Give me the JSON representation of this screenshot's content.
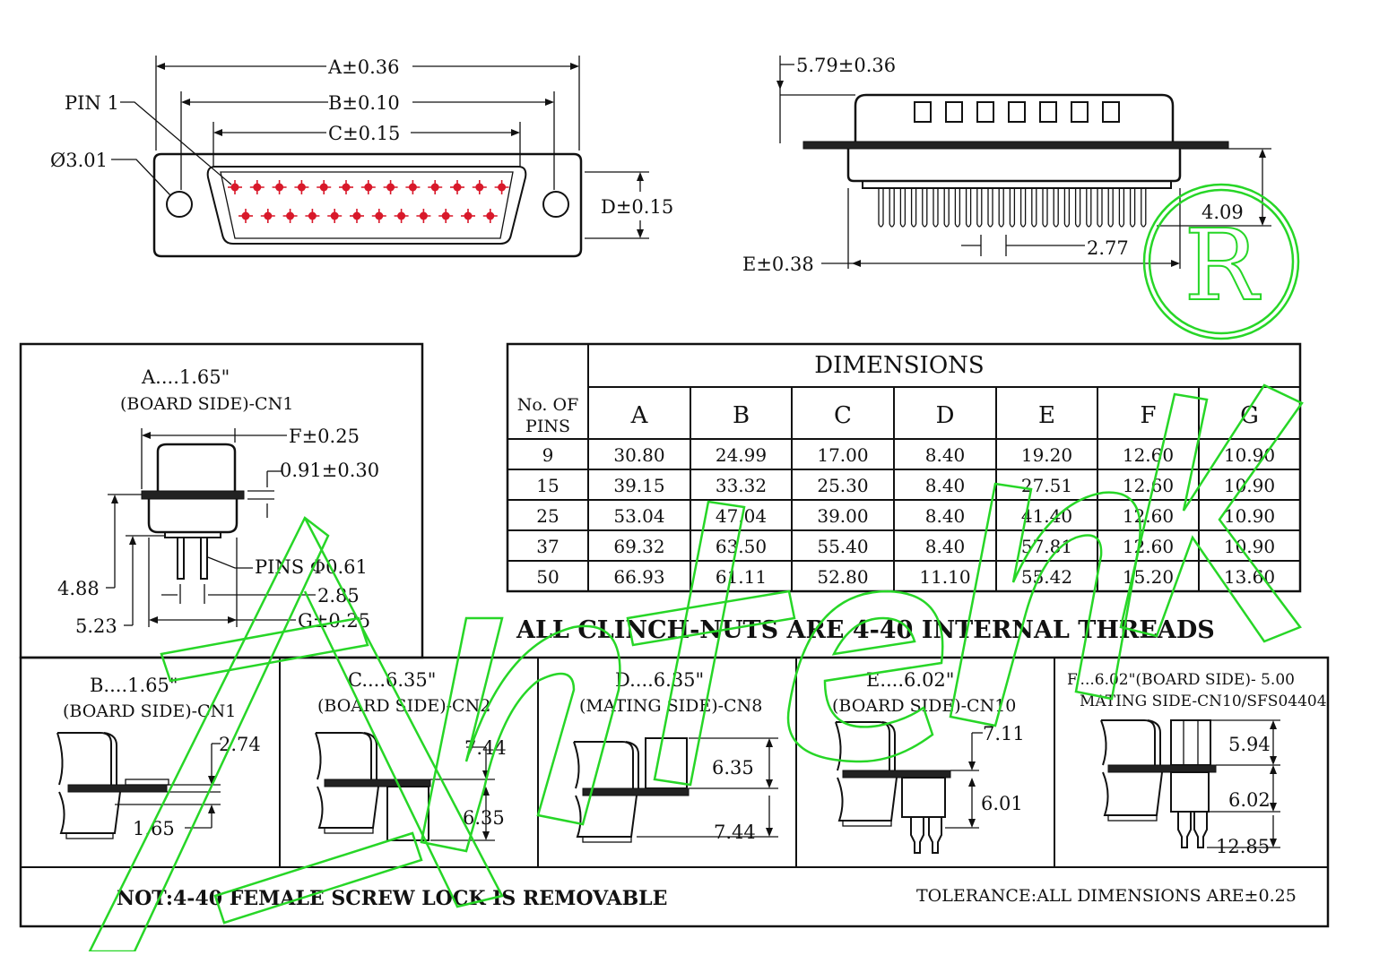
{
  "front_view": {
    "dim_a": "A±0.36",
    "dim_b": "B±0.10",
    "dim_c": "C±0.15",
    "dim_d": "D±0.15",
    "pin1": "PIN 1",
    "hole_dia": "Ø3.01"
  },
  "side_view": {
    "dim_top": "5.79±0.36",
    "dim_e": "E±0.38",
    "pitch": "2.77",
    "height": "4.09"
  },
  "detail_a": {
    "title": "A....1.65\"",
    "subtitle": "(BOARD SIDE)-CN1",
    "dim_f": "F±0.25",
    "flange": "0.91±0.30",
    "pins": "PINS Φ0.61",
    "h1": "4.88",
    "p1": "2.85",
    "h2": "5.23",
    "dim_g": "G±0.25"
  },
  "table": {
    "title": "DIMENSIONS",
    "pins_header_1": "No. OF",
    "pins_header_2": "PINS",
    "columns": [
      "A",
      "B",
      "C",
      "D",
      "E",
      "F",
      "G"
    ],
    "rows": [
      [
        "9",
        "30.80",
        "24.99",
        "17.00",
        "8.40",
        "19.20",
        "12.60",
        "10.90"
      ],
      [
        "15",
        "39.15",
        "33.32",
        "25.30",
        "8.40",
        "27.51",
        "12.60",
        "10.90"
      ],
      [
        "25",
        "53.04",
        "47.04",
        "39.00",
        "8.40",
        "41.40",
        "12.60",
        "10.90"
      ],
      [
        "37",
        "69.32",
        "63.50",
        "55.40",
        "8.40",
        "57.81",
        "12.60",
        "10.90"
      ],
      [
        "50",
        "66.93",
        "61.11",
        "52.80",
        "11.10",
        "55.42",
        "15.20",
        "13.60"
      ]
    ]
  },
  "clinch_note": "ALL CLINCH-NUTS ARE 4-40 INTERNAL THREADS",
  "details": [
    {
      "title": "B....1.65\"",
      "subtitle": "(BOARD SIDE)-CN1",
      "d1": "2.74",
      "d2": "1.65"
    },
    {
      "title": "C....6.35\"",
      "subtitle": "(BOARD SIDE)-CN2",
      "d1": "7.44",
      "d2": "6.35"
    },
    {
      "title": "D....6.35\"",
      "subtitle": "(MATING SIDE)-CN8",
      "d1": "6.35",
      "d2": "7.44"
    },
    {
      "title": "E....6.02\"",
      "subtitle": "(BOARD SIDE)-CN10",
      "d1": "7.11",
      "d2": "6.01"
    },
    {
      "title": "F....6.02\"(BOARD SIDE)- 5.00",
      "subtitle": "MATING SIDE-CN10/SFS04404",
      "d1": "5.94",
      "d2": "6.02",
      "d3": "12.85"
    }
  ],
  "footer": {
    "left": "NOT:4-40 FEMALE SCREW LOCK IS REMOVABLE",
    "right": "TOLERANCE:ALL DIMENSIONS ARE±0.25"
  },
  "watermark": {
    "registered_mark": "R",
    "color": "#27d627"
  },
  "colors": {
    "pin_marker": "#d8192a",
    "line": "#111111"
  }
}
